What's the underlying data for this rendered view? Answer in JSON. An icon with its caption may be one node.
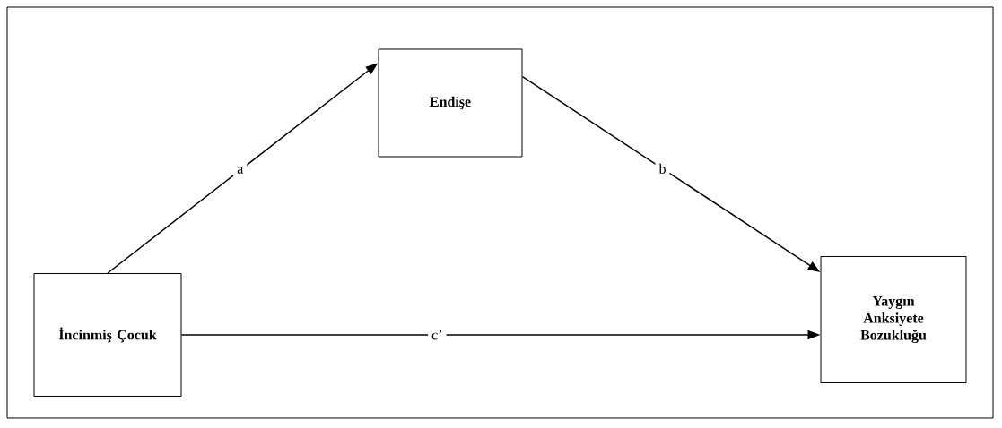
{
  "diagram": {
    "nodes": [
      {
        "text": [
          "Endişe"
        ]
      },
      {
        "text": [
          "İncinmiş Çocuk"
        ]
      },
      {
        "text": [
          "Yaygın Anksiyete Bozukluğu"
        ]
      }
    ],
    "edges": [
      {
        "from": 1,
        "to": 0,
        "arrow": "to",
        "label": "a"
      },
      {
        "from": 0,
        "to": 2,
        "arrow": "to",
        "label": "b"
      },
      {
        "from": 1,
        "to": 2,
        "arrow": "to",
        "label": "c’"
      }
    ]
  }
}
